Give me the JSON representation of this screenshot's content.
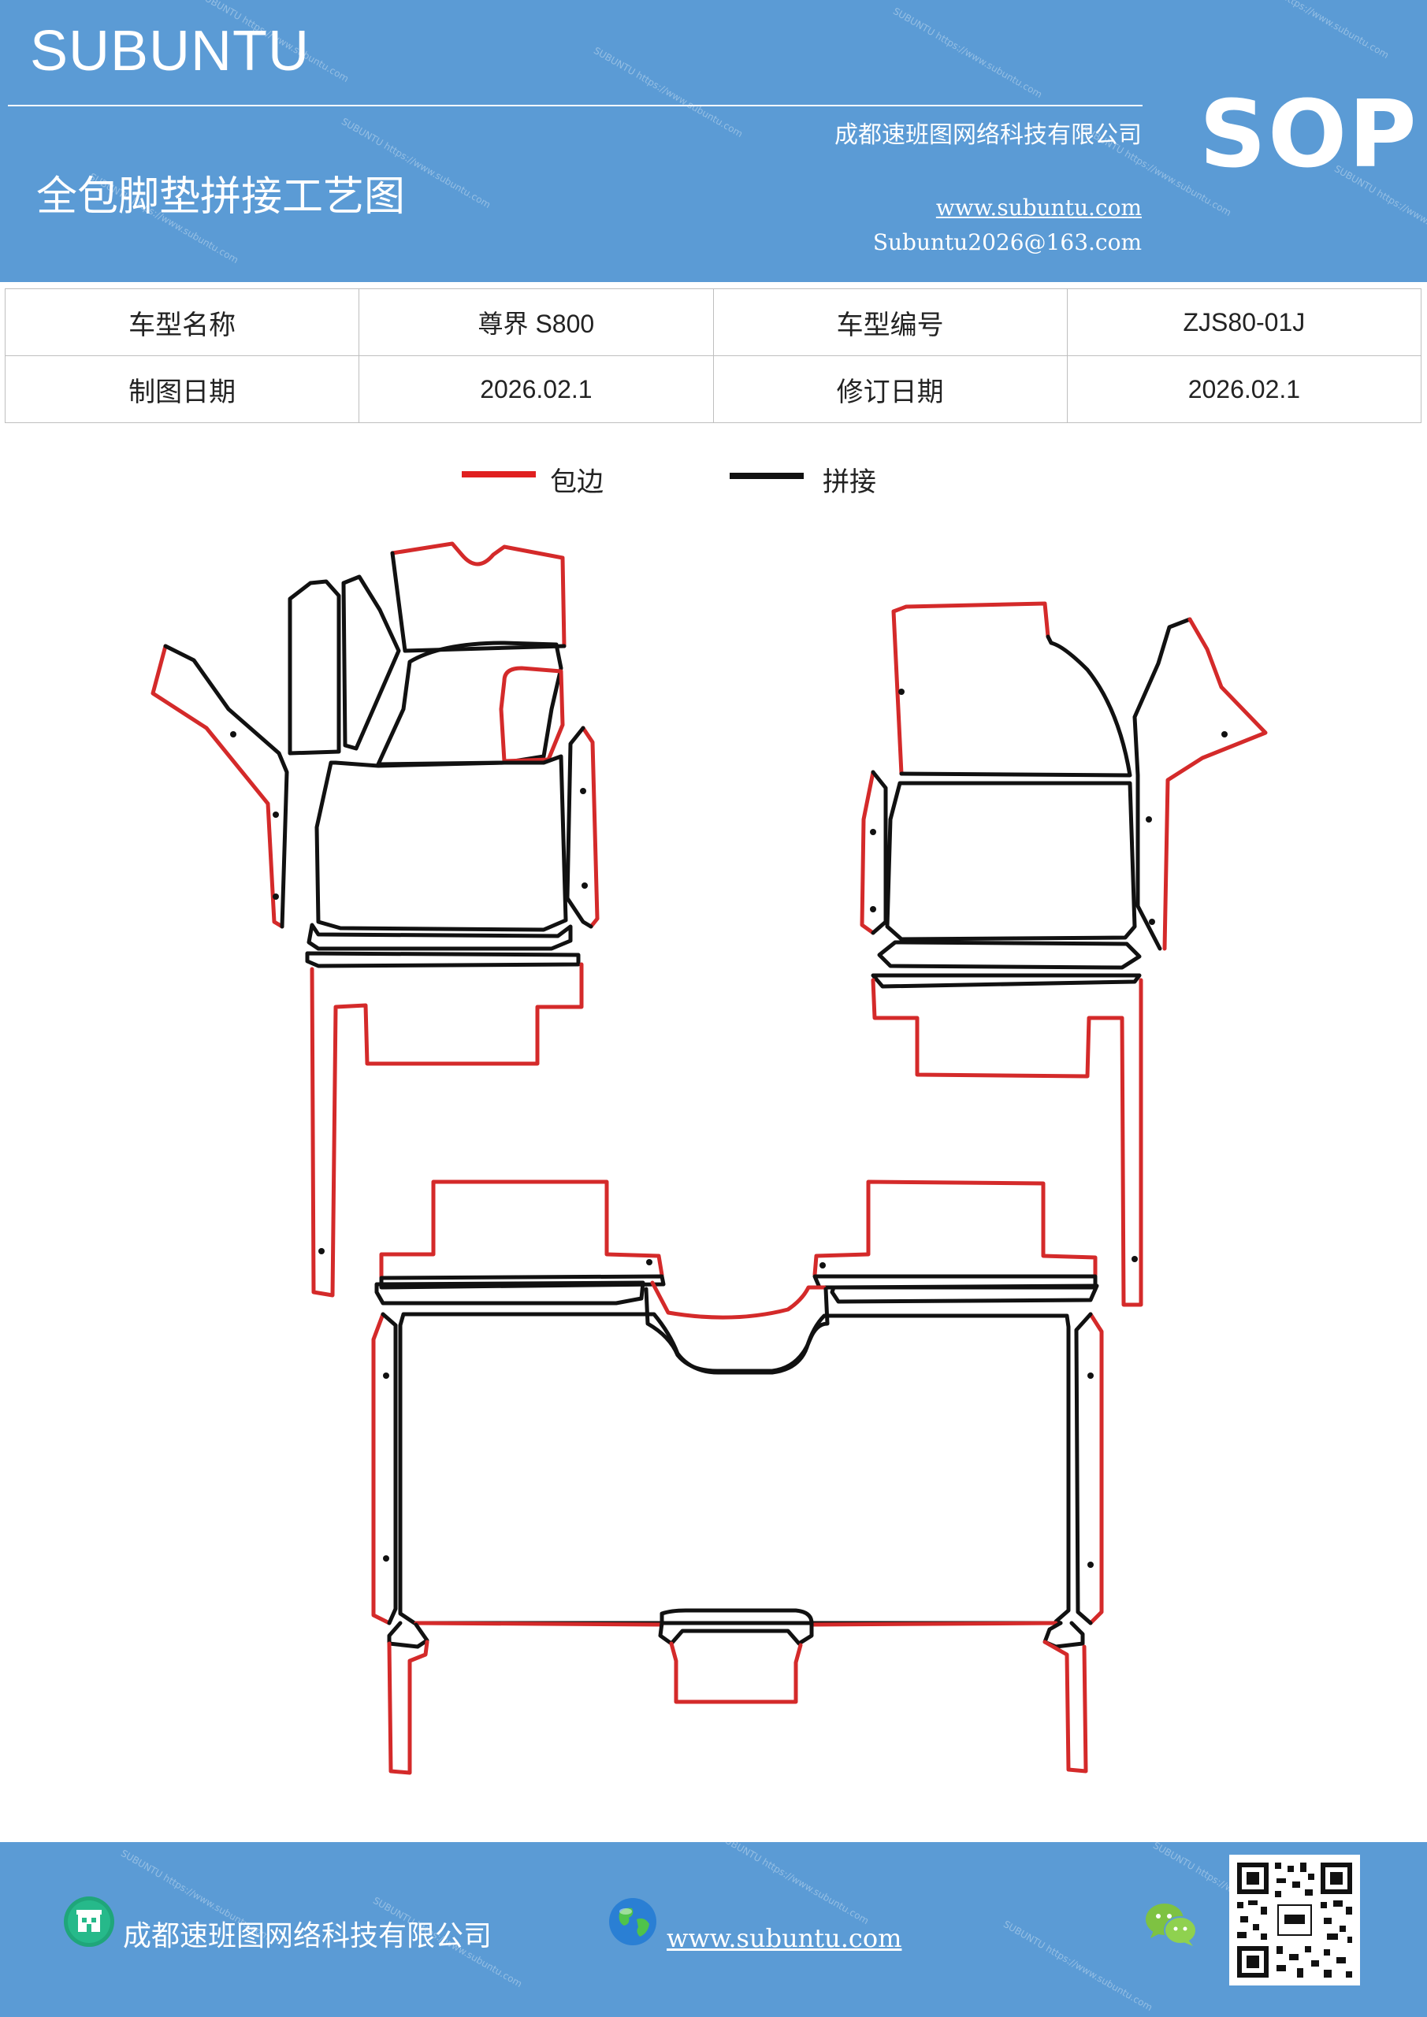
{
  "header": {
    "brand": "SUBUNTU",
    "company": "成都速班图网络科技有限公司",
    "title": "全包脚垫拼接工艺图",
    "website": "www.subuntu.com",
    "email": "Subuntu2026@163.com",
    "sop_label": "SOP"
  },
  "info_table": {
    "rows": [
      {
        "label1": "车型名称",
        "value1": "尊界 S800",
        "label2": "车型编号",
        "value2": "ZJS80-01J"
      },
      {
        "label1": "制图日期",
        "value1": "2026.02.1",
        "label2": "修订日期",
        "value2": "2026.02.1"
      }
    ]
  },
  "legend": {
    "items": [
      {
        "label": "包边",
        "color": "#e02020"
      },
      {
        "label": "拼接",
        "color": "#111111"
      }
    ]
  },
  "colors": {
    "header_bg": "#5b9bd5",
    "binding": "#d42a2a",
    "seam": "#111111"
  },
  "footer": {
    "company": "成都速班图网络科技有限公司",
    "website": "www.subuntu.com",
    "icons": [
      "company-icon",
      "globe-icon",
      "wechat-icon",
      "qr-code"
    ]
  }
}
